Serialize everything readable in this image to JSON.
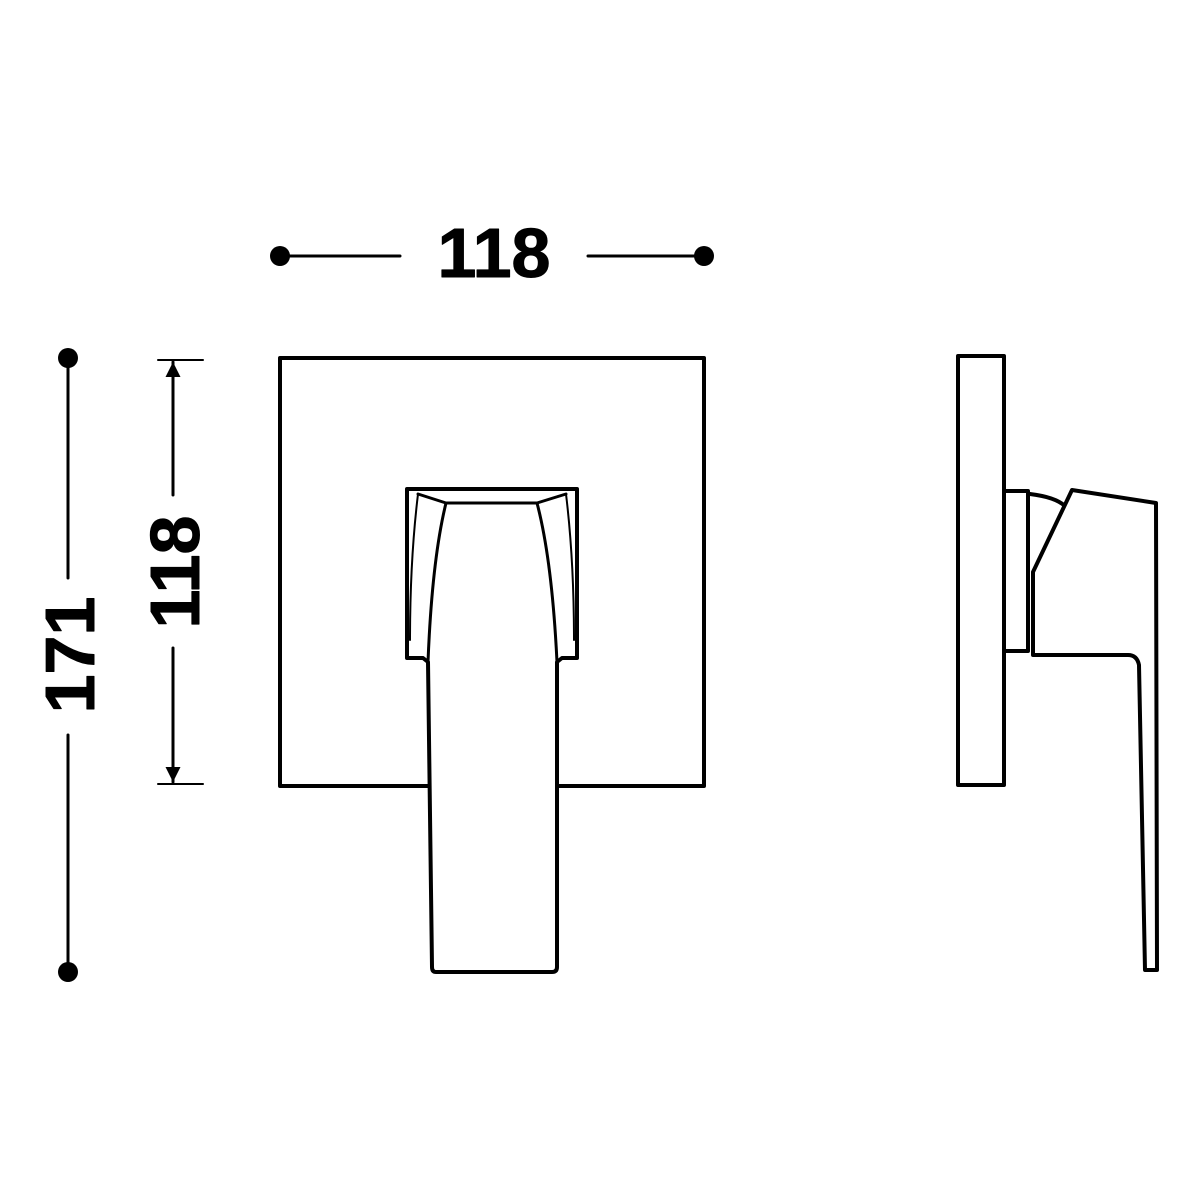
{
  "diagram": {
    "dimensions": {
      "width": "118",
      "plate_height": "118",
      "total_height": "171"
    },
    "colors": {
      "line": "#000000",
      "background": "#ffffff"
    }
  }
}
